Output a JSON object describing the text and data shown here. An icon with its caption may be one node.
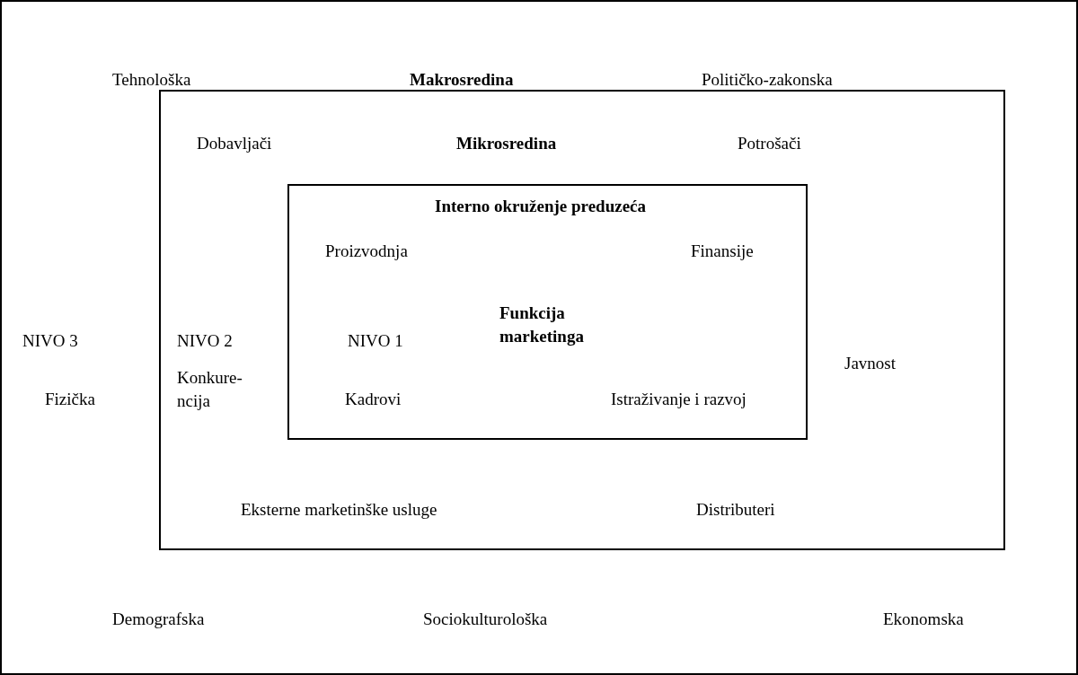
{
  "diagram": {
    "nodes": [
      {
        "text": [
          "Tehnološka",
          "Makrosredina",
          "Političko-zakonska",
          "NIVO 3",
          "Fizička",
          "Demografska",
          "Sociokulturološka",
          "Ekonomska"
        ]
      },
      {
        "text": [
          "Dobavljači",
          "Mikrosredina",
          "Potrošači",
          "NIVO 2",
          "Konkure- ncija",
          "Javnost",
          "Eksterne marketinške usluge",
          "Distributeri"
        ],
        "in": 0
      },
      {
        "text": [
          "Interno okruženje preduzeća",
          "Proizvodnja",
          "Finansije",
          "NIVO 1",
          "Funkcija marketinga",
          "Kadrovi",
          "Istraživanje i razvoj"
        ],
        "in": 1
      }
    ]
  }
}
